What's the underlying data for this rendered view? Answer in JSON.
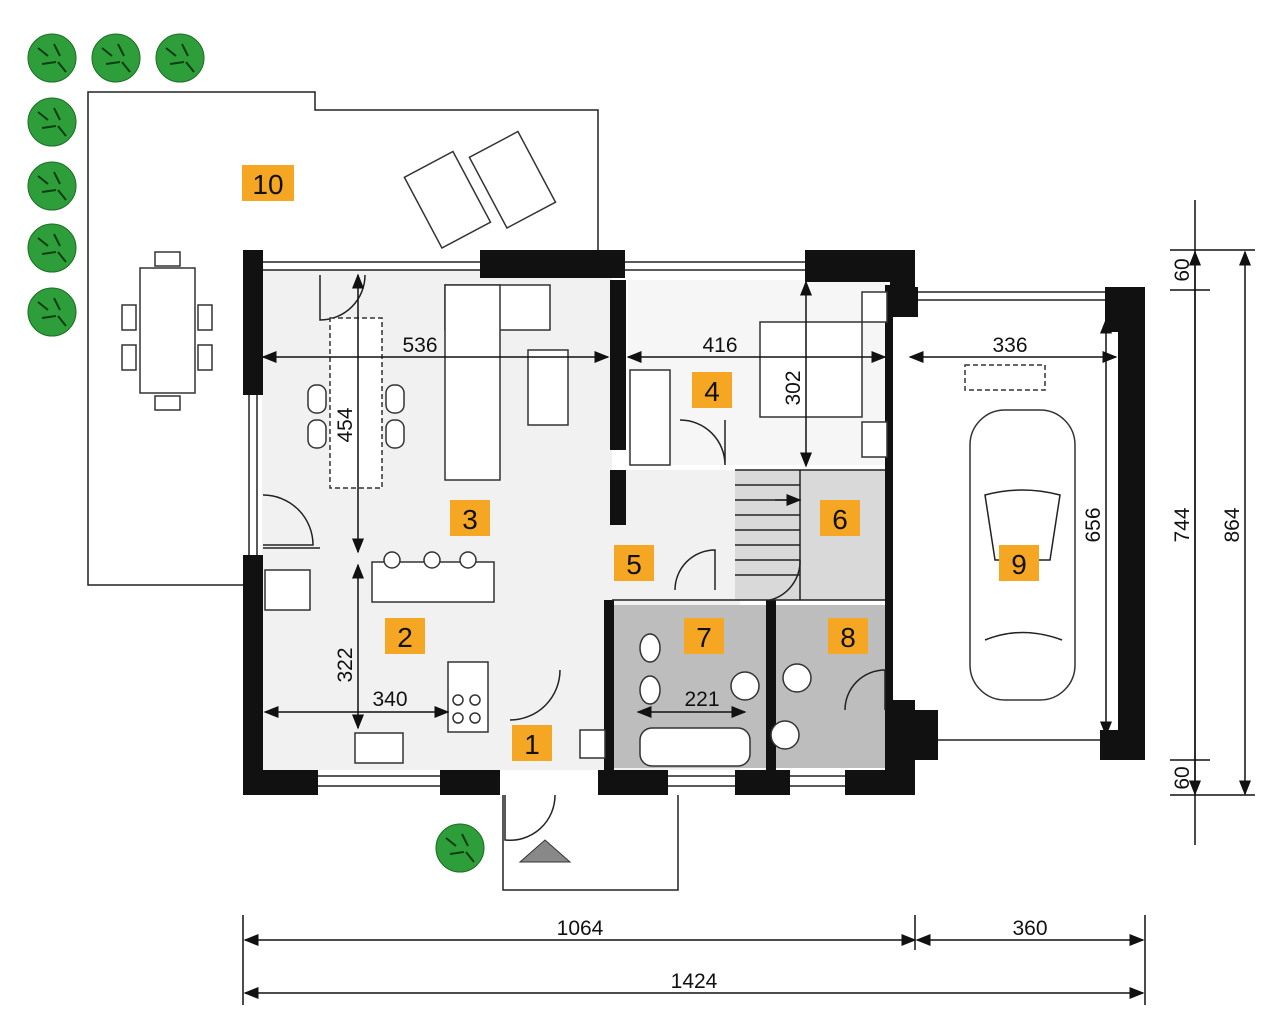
{
  "title": "Ground floor plan",
  "colors": {
    "label_bg": "#f5a623",
    "wall": "#111111",
    "wet_floor": "#bdbdbd",
    "floor": "#f1f1f1",
    "tree": "#2e9e3a"
  },
  "rooms": [
    {
      "number": "1"
    },
    {
      "number": "2"
    },
    {
      "number": "3"
    },
    {
      "number": "4"
    },
    {
      "number": "5"
    },
    {
      "number": "6"
    },
    {
      "number": "7"
    },
    {
      "number": "8"
    },
    {
      "number": "9"
    },
    {
      "number": "10"
    }
  ],
  "dimensions": {
    "living_width": "536",
    "living_depth": "454",
    "bedroom_width": "416",
    "bedroom_depth": "302",
    "garage_width": "336",
    "garage_depth": "656",
    "house_depth": "744",
    "total_depth": "864",
    "top_offset": "60",
    "bottom_offset": "60",
    "kitchen_depth": "322",
    "kitchen_width": "340",
    "bathroom_width": "221",
    "house_width": "1064",
    "garage_total_width": "360",
    "total_width": "1424"
  }
}
